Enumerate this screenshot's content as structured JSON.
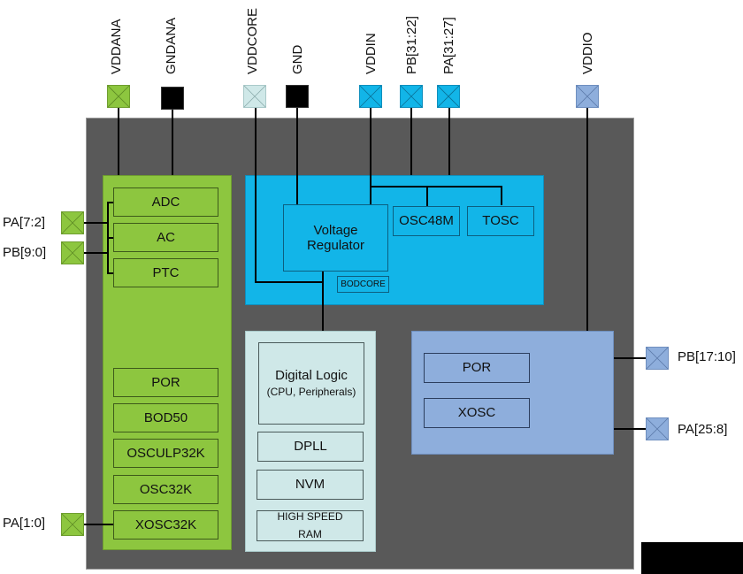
{
  "title": "Power domain block diagram",
  "colors": {
    "chip": "#595959",
    "analog_domain": "#8dc63f",
    "regulator_domain": "#12b5e8",
    "core_domain": "#cfe8e8",
    "io_domain": "#8eaedc",
    "ground": "#000000"
  },
  "top_pins": [
    {
      "label": "VDDANA",
      "kind": "supply",
      "color": "#8dc63f"
    },
    {
      "label": "GNDANA",
      "kind": "ground",
      "color": "#000000"
    },
    {
      "label": "VDDCORE",
      "kind": "supply",
      "color": "#cfe8e8"
    },
    {
      "label": "GND",
      "kind": "ground",
      "color": "#000000"
    },
    {
      "label": "VDDIN",
      "kind": "supply",
      "color": "#12b5e8"
    },
    {
      "label": "PB[31:22]",
      "kind": "io",
      "color": "#12b5e8"
    },
    {
      "label": "PA[31:27]",
      "kind": "io",
      "color": "#12b5e8"
    },
    {
      "label": "VDDIO",
      "kind": "supply",
      "color": "#8eaedc"
    }
  ],
  "left_pins": [
    {
      "label": "PA[7:2]"
    },
    {
      "label": "PB[9:0]"
    },
    {
      "label": "PA[1:0]"
    }
  ],
  "right_pins": [
    {
      "label": "PB[17:10]"
    },
    {
      "label": "PA[25:8]"
    }
  ],
  "analog_domain": {
    "blocks": [
      "ADC",
      "AC",
      "PTC",
      "POR",
      "BOD50",
      "OSCULP32K",
      "OSC32K",
      "XOSC32K"
    ]
  },
  "regulator_domain": {
    "regulator": {
      "line1": "Voltage",
      "line2": "Regulator"
    },
    "bodcore": "BODCORE",
    "osc48m": "OSC48M",
    "tosc": "TOSC"
  },
  "core_domain": {
    "digital_logic": {
      "line1": "Digital Logic",
      "line2": "(CPU, Peripherals)"
    },
    "dpll": "DPLL",
    "nvm": "NVM",
    "ram": {
      "line1": "HIGH SPEED",
      "line2": "RAM"
    }
  },
  "io_domain": {
    "blocks": [
      "POR",
      "XOSC"
    ]
  }
}
